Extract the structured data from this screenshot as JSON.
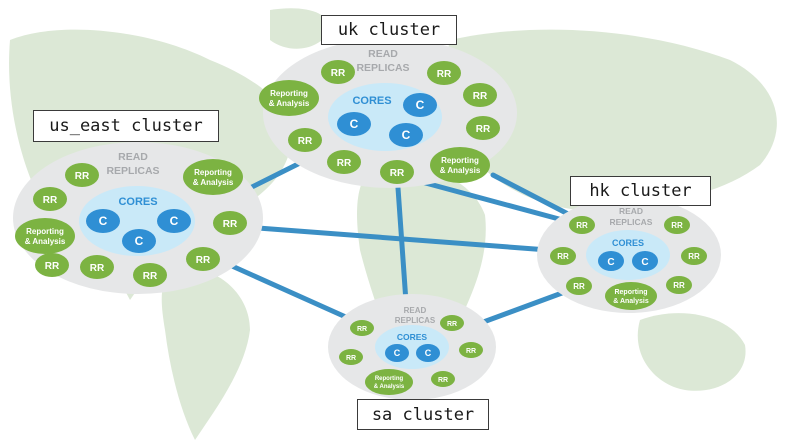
{
  "colors": {
    "map": "#dce8d6",
    "cluster_bg": "#e6e7e8",
    "cores_bg": "#c9e9f8",
    "core": "#2f8fd4",
    "replica": "#7cb342",
    "link": "#3b8fc5"
  },
  "labels": {
    "read_replicas_line1": "READ",
    "read_replicas_line2": "REPLICAS",
    "cores": "CORES",
    "core": "C",
    "replica": "RR",
    "reporting_line1": "Reporting",
    "reporting_line2": "& Analysis"
  },
  "clusters": {
    "uk": {
      "name": "uk cluster"
    },
    "us_east": {
      "name": "us_east cluster"
    },
    "hk": {
      "name": "hk cluster"
    },
    "sa": {
      "name": "sa cluster"
    }
  }
}
